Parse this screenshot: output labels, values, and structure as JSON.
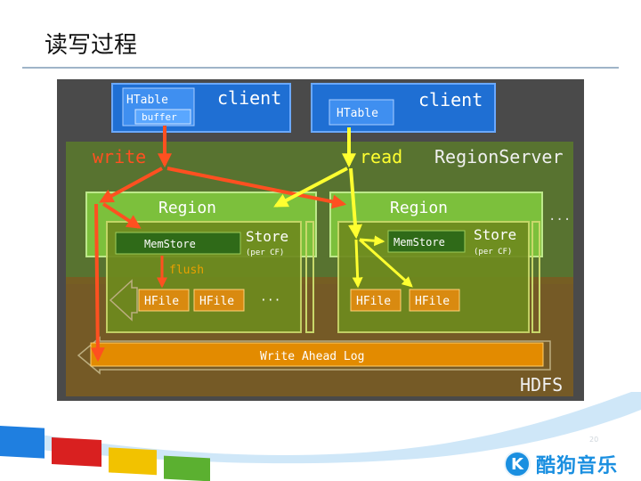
{
  "slide": {
    "title": "读写过程",
    "page_number": "20"
  },
  "diagram": {
    "client_left": {
      "label": "client",
      "htable": "HTable",
      "buffer": "buffer"
    },
    "client_right": {
      "label": "client",
      "htable": "HTable"
    },
    "arrow_labels": {
      "write": "write",
      "read": "read",
      "flush": "flush"
    },
    "region_server": "RegionServer",
    "region_left": {
      "label": "Region",
      "memstore": "MemStore",
      "store": "Store",
      "per_cf": "(per CF)",
      "hfiles": [
        "HFile",
        "HFile"
      ],
      "more": "···"
    },
    "region_right": {
      "label": "Region",
      "memstore": "MemStore",
      "store": "Store",
      "per_cf": "(per CF)",
      "hfiles": [
        "HFile",
        "HFile"
      ]
    },
    "more_regions": "···",
    "wal": "Write Ahead Log",
    "hdfs": "HDFS"
  },
  "logo": {
    "mark": "K",
    "text": "酷狗音乐"
  },
  "colors": {
    "client_blue": "#1d6fd1",
    "regionserver_green": "#5b7a2a",
    "region_green": "#7cbf3a",
    "hdfs_orange": "#7a5a20",
    "wal_orange": "#e08a00",
    "write_arrow": "#ff5020",
    "read_arrow": "#ffff30"
  }
}
